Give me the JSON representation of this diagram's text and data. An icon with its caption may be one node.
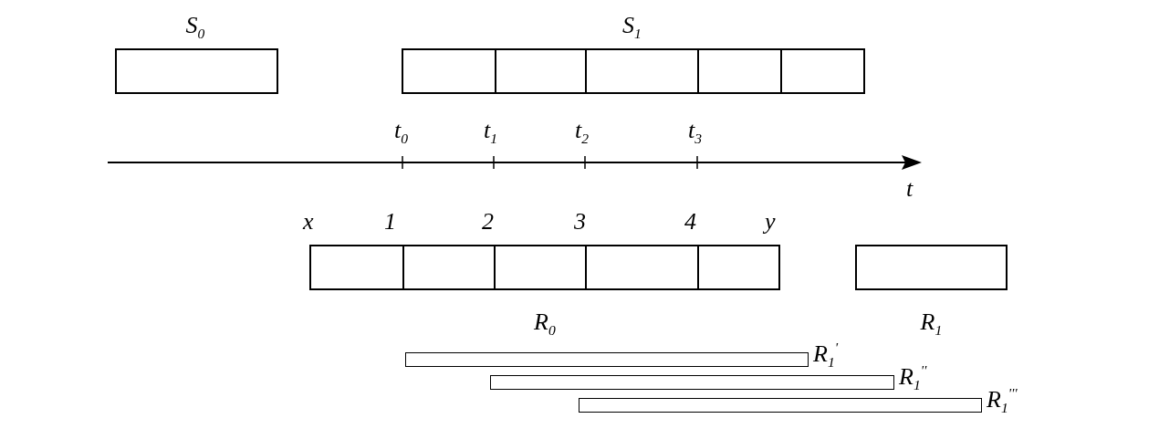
{
  "diagram": {
    "nodes": [
      {
        "text": [
          "S$_{0}$"
        ]
      },
      {
        "text": [
          "S$_{1}$"
        ]
      },
      {
        "text": [],
        "shape": "box",
        "in": 1
      },
      {
        "text": [],
        "shape": "box",
        "in": 1
      },
      {
        "text": [],
        "shape": "box",
        "in": 1
      },
      {
        "text": [],
        "shape": "box",
        "in": 1
      },
      {
        "text": [],
        "shape": "box",
        "in": 1
      },
      {
        "text": [
          "R$_{0}$"
        ]
      },
      {
        "text": [],
        "shape": "box",
        "in": 7
      },
      {
        "text": [],
        "shape": "box",
        "in": 7
      },
      {
        "text": [],
        "shape": "box",
        "in": 7
      },
      {
        "text": [],
        "shape": "box",
        "in": 7
      },
      {
        "text": [],
        "shape": "box",
        "in": 7
      },
      {
        "text": [
          "R$_{1}$"
        ]
      },
      {
        "text": [],
        "shape": "bar",
        "beside": [
          "R$_{1}$$^{'}$"
        ]
      },
      {
        "text": [],
        "shape": "bar",
        "beside": [
          "R$_{1}$$^{''}$"
        ]
      },
      {
        "text": [],
        "shape": "bar",
        "beside": [
          "R$_{1}$$^{'''}$"
        ]
      }
    ],
    "edges": [],
    "labels": [
      "t$_{0}$",
      "t$_{1}$",
      "t$_{2}$",
      "t$_{3}$",
      "t",
      "x",
      "1",
      "2",
      "3",
      "4",
      "y"
    ]
  }
}
